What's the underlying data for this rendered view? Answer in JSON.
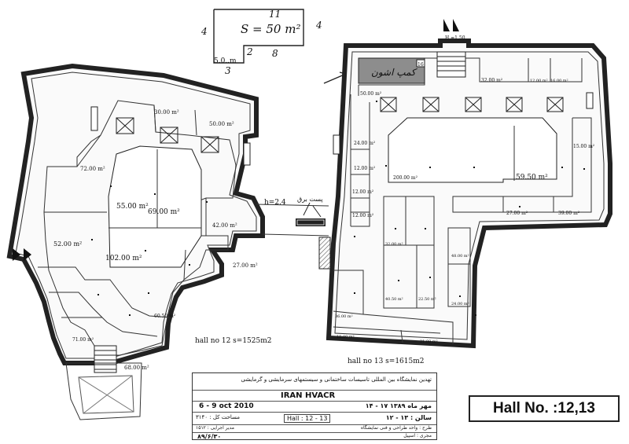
{
  "sketch": {
    "area_label": "S = 50 m²",
    "dim_top": "11",
    "dim_left": "4",
    "dim_right": "4",
    "dim_bottom_a": "8",
    "dim_bottom_b": "2",
    "dim_bottom_c": "3",
    "dim_bottom_len": "5.0..m"
  },
  "hall12": {
    "caption": "hall no 12 s=1525m2",
    "booths": [
      "30.00 m²",
      "50.00 m²",
      "72.00 m²",
      "55.00 m²",
      "69.00 m²",
      "52.00 m²",
      "102.00 m²",
      "42.00 m²",
      "27.00 m²",
      "60.50 m²",
      "71.00 m²",
      "68.00 m²"
    ],
    "height_label": "h=2.4",
    "post_label": "پست برق"
  },
  "hall13": {
    "caption": "hall no 13 s=1615m2",
    "height_label": "H =1.50",
    "reserved_label": "کمپ اشون",
    "reserved_number": "16",
    "booths": [
      "50.00 m²",
      "32.00 m²",
      "12.00 m²",
      "16.00 m²",
      "24.00 m²",
      "15.00 m²",
      "12.00 m²",
      "200.00 m²",
      "59.50 m²",
      "12.00 m²",
      "12.00 m²",
      "27.00 m²",
      "39.00 m²",
      "32.00 m²",
      "48.00 m²",
      "40.50 m²",
      "22.50 m²",
      "24.00 m²",
      "36.00 m²",
      "18.00 m²",
      "21.00 m²"
    ]
  },
  "title_block": {
    "org": "تهدین نمایشگاه بین المللی تاسیسات ساختمانی و سیستمهای سرمایشی و گرمایشی",
    "event": "IRAN HVACR",
    "date_fa": "۱۴ - ۱۷ مهر ماه ۱۳۸۹",
    "date_en": "6 - 9 oct  2010",
    "halls_fa": "سالن : ۱۳ - ۱۲",
    "halls_en": "Hall : 12 - 13",
    "area_fa": "مساحت کل : ۳۱۴۰",
    "design": "طرح : واحد طراحی و فنی نمایشگاه",
    "supervisor": "مدیر اجرایی : ۱۵۱۲",
    "executor": "مجری : اسپیل",
    "doc_date": "۸۹/۶/۳۰"
  },
  "hall_badge": "Hall No. :12,13"
}
